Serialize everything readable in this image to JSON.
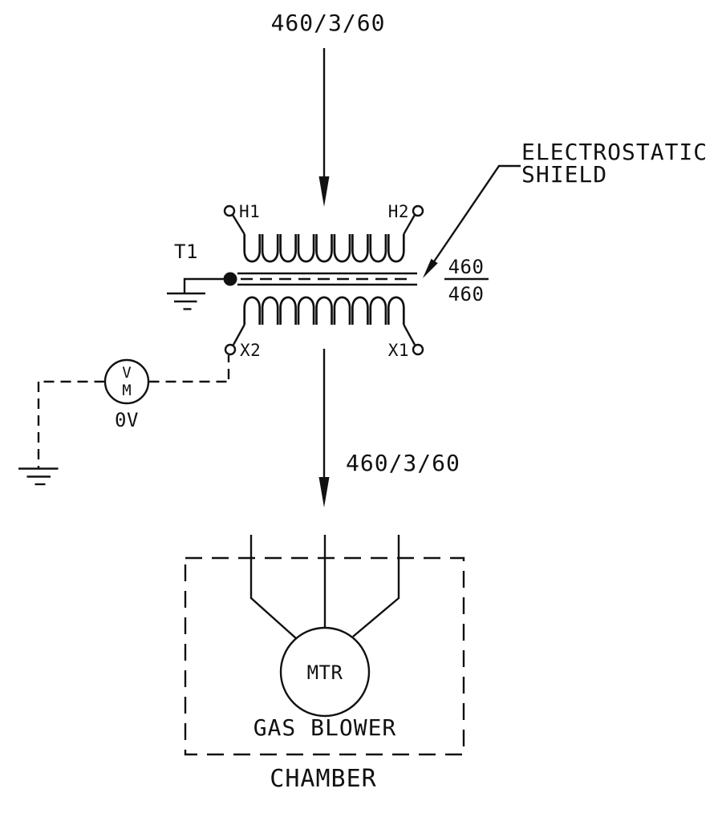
{
  "colors": {
    "ink": "#111111",
    "background": "#ffffff"
  },
  "diagram": {
    "supply": {
      "label": "460/3/60"
    },
    "transformer": {
      "designator": "T1",
      "terminal_h1": "H1",
      "terminal_h2": "H2",
      "terminal_x1": "X1",
      "terminal_x2": "X2",
      "voltage_ratio": {
        "primary": "460",
        "secondary": "460"
      }
    },
    "shield_callout": {
      "line1": "ELECTROSTATIC",
      "line2": "SHIELD"
    },
    "voltmeter": {
      "letter_top": "V",
      "letter_bottom": "M",
      "reading": "0V"
    },
    "output": {
      "label": "460/3/60"
    },
    "chamber": {
      "label": "CHAMBER",
      "motor": {
        "label": "MTR",
        "caption": "GAS BLOWER"
      }
    }
  }
}
